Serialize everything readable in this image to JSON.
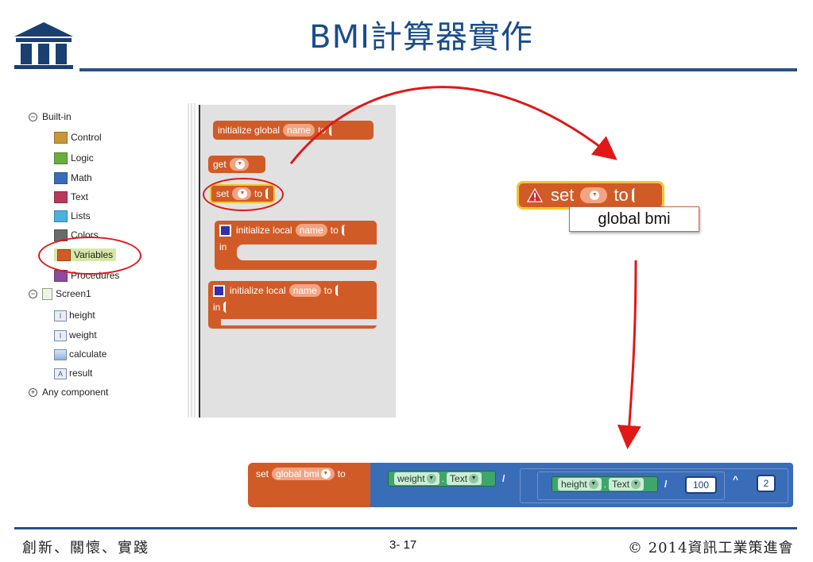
{
  "slide": {
    "title": "BMI計算器實作",
    "footer_left": "創新、關懷、實踐",
    "page_number": "3- 17",
    "footer_right": "© 2014資訊工業策進會"
  },
  "tree": {
    "builtin_label": "Built-in",
    "builtin_items": [
      {
        "label": "Control",
        "color": "#c8973a"
      },
      {
        "label": "Logic",
        "color": "#6aaf3d"
      },
      {
        "label": "Math",
        "color": "#3a6db8"
      },
      {
        "label": "Text",
        "color": "#b63a5a"
      },
      {
        "label": "Lists",
        "color": "#49b1e0"
      },
      {
        "label": "Colors",
        "color": "#6b6b6b"
      },
      {
        "label": "Variables",
        "color": "#d15b27"
      },
      {
        "label": "Procedures",
        "color": "#8e4a9e"
      }
    ],
    "screen_label": "Screen1",
    "screen_items": [
      {
        "label": "height",
        "icon": "textbox-icon"
      },
      {
        "label": "weight",
        "icon": "textbox-icon"
      },
      {
        "label": "calculate",
        "icon": "button-icon"
      },
      {
        "label": "result",
        "icon": "label-icon"
      }
    ],
    "any_component_label": "Any component"
  },
  "drawer": {
    "init_global_prefix": "initialize global",
    "init_global_name": "name",
    "to": "to",
    "get": "get",
    "set": "set",
    "init_local": "initialize local",
    "local_name": "name",
    "in": "in"
  },
  "zoom": {
    "set": "set",
    "to": "to",
    "menu_option": "global bmi"
  },
  "bottom_block": {
    "set": "set",
    "variable": "global bmi",
    "to": "to",
    "weight_component": "weight",
    "weight_property": "Text",
    "divide": "/",
    "height_component": "height",
    "height_property": "Text",
    "hundred": "100",
    "power": "^",
    "exponent": "2",
    "dot": "."
  },
  "colors": {
    "variable_block": "#d15b27",
    "math_block": "#3a6db8",
    "component_block": "#3ea56b",
    "title_blue": "#1a4d8a",
    "annotation_red": "#e01818"
  }
}
